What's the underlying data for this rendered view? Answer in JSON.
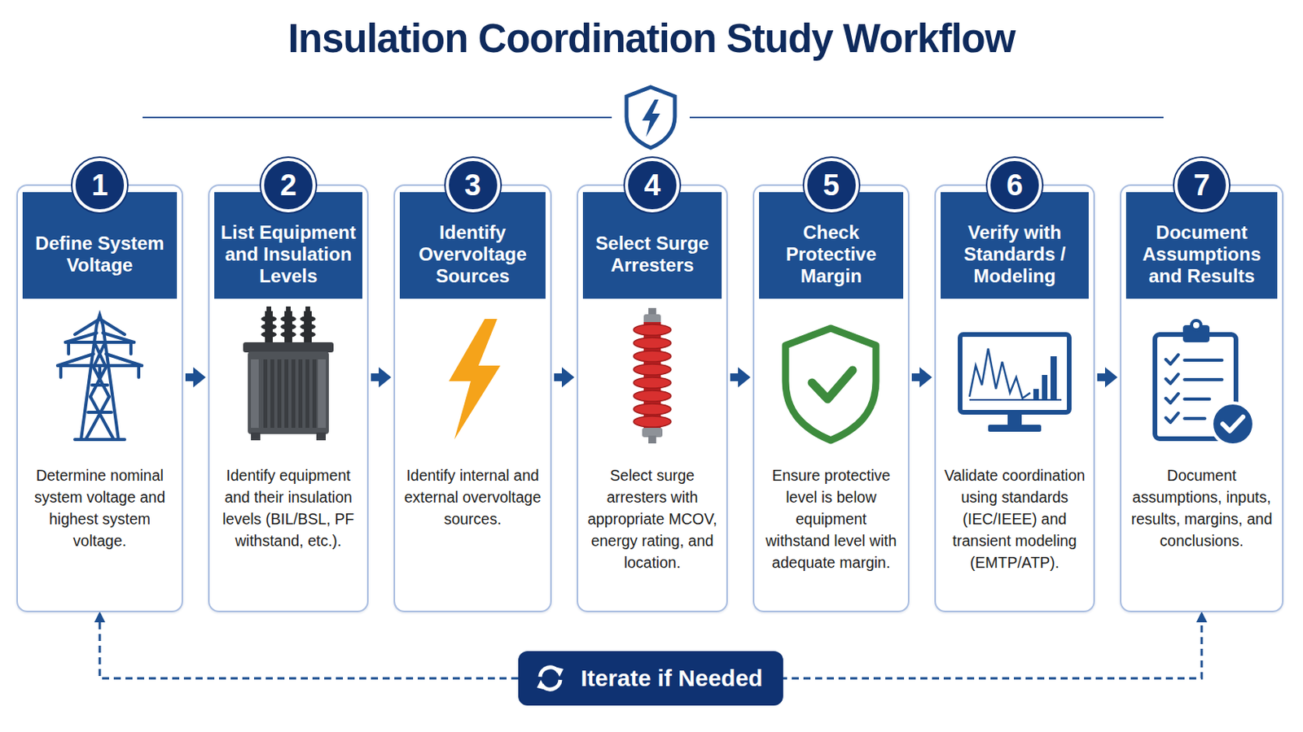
{
  "diagram": {
    "title": "Insulation Coordination Study Workflow",
    "nodes": [
      {
        "text": [
          "1",
          "Define System Voltage",
          "Determine nominal system voltage and highest system voltage."
        ]
      },
      {
        "text": [
          "2",
          "List Equipment and Insulation Levels",
          "Identify equipment and their insulation levels (BIL/BSL, PF withstand, etc.)."
        ]
      },
      {
        "text": [
          "3",
          "Identify Overvoltage Sources",
          "Identify internal and external overvoltage sources."
        ]
      },
      {
        "text": [
          "4",
          "Select Surge Arresters",
          "Select surge arresters with appropriate MCOV, energy rating, and location."
        ]
      },
      {
        "text": [
          "5",
          "Check Protective Margin",
          "Ensure protective level is below equipment withstand level with adequate margin."
        ]
      },
      {
        "text": [
          "6",
          "Verify with Standards / Modeling",
          "Validate coordination using standards (IEC/IEEE) and transient modeling (EMTP/ATP)."
        ]
      },
      {
        "text": [
          "7",
          "Document Assumptions and Results",
          "Document assumptions, inputs, results, margins, and conclusions."
        ]
      }
    ],
    "edges": [
      {
        "from": 0,
        "to": 1,
        "arrow": "to"
      },
      {
        "from": 1,
        "to": 2,
        "arrow": "to"
      },
      {
        "from": 2,
        "to": 3,
        "arrow": "to"
      },
      {
        "from": 3,
        "to": 4,
        "arrow": "to"
      },
      {
        "from": 4,
        "to": 5,
        "arrow": "to"
      },
      {
        "from": 5,
        "to": 6,
        "arrow": "to"
      },
      {
        "from": 6,
        "to": 0,
        "label": "Iterate if Needed",
        "arrow": "both"
      }
    ]
  }
}
